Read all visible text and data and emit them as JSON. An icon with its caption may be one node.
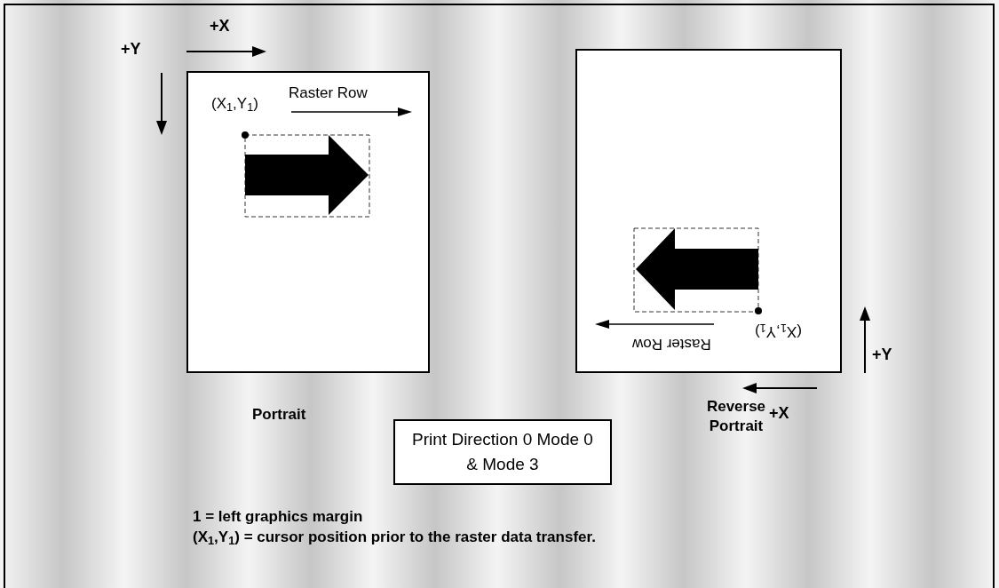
{
  "diagram": {
    "nodes": [
      {
        "text": [
          "Portrait"
        ]
      },
      {
        "text": [
          "Reverse Portrait"
        ]
      },
      {
        "text": [
          "Print Direction 0 Mode 0 & Mode 3"
        ]
      }
    ],
    "labels": [
      "+X",
      "+Y",
      "(X$_{1}$,Y$_{1}$)",
      "Raster Row",
      "(X$_{1}$,Y$_{1}$)",
      "Raster Row",
      "+Y",
      "+X",
      "1 = left graphics margin",
      "(X$_{1}$,Y$_{1}$) = cursor position prior to the raster data transfer."
    ]
  }
}
